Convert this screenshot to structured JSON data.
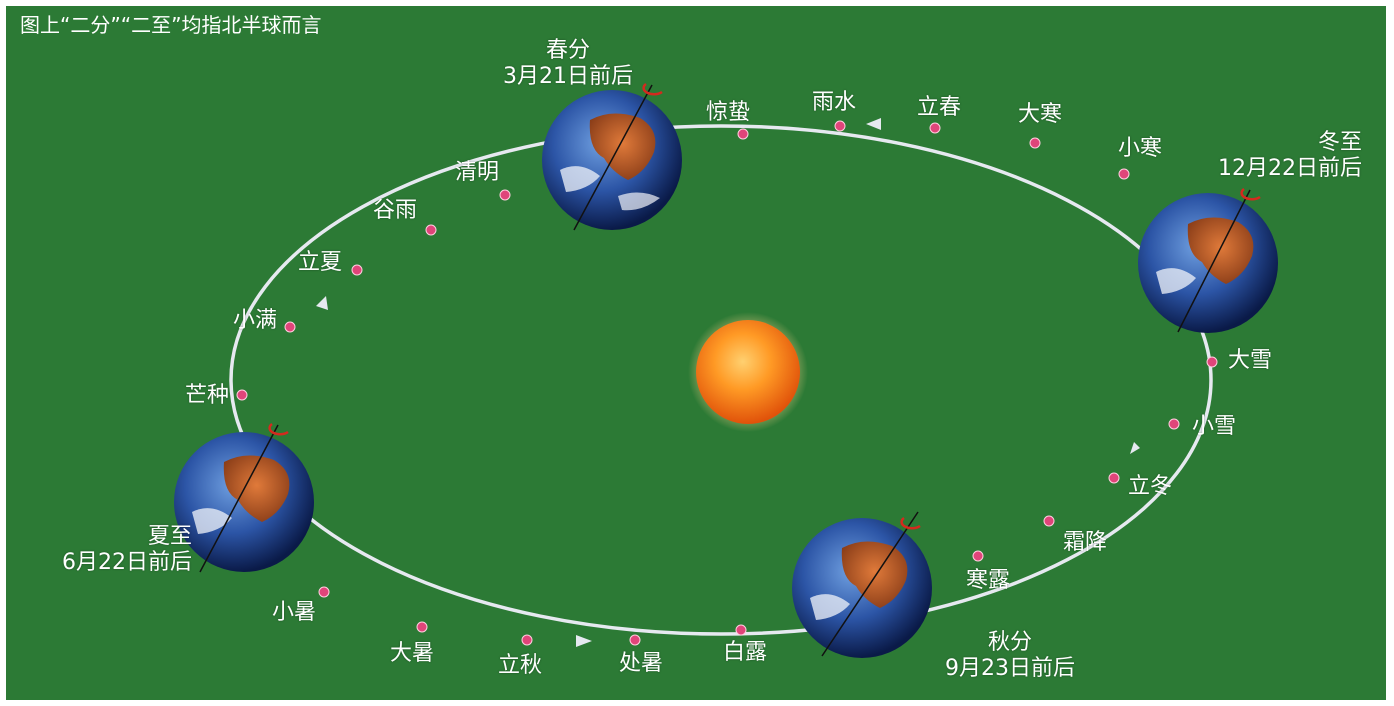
{
  "colors": {
    "background": "#2c7a35",
    "orbit": "#e6e9f0",
    "term_dot": "#e0457a",
    "sun": "#f06a10",
    "text": "#ffffff"
  },
  "caption": "图上“二分”“二至”均指北半球而言",
  "solar_terms": [
    {
      "name": "立春"
    },
    {
      "name": "雨水"
    },
    {
      "name": "惊蛰"
    },
    {
      "name": "清明"
    },
    {
      "name": "谷雨"
    },
    {
      "name": "立夏"
    },
    {
      "name": "小满"
    },
    {
      "name": "芒种"
    },
    {
      "name": "小暑"
    },
    {
      "name": "大暑"
    },
    {
      "name": "立秋"
    },
    {
      "name": "处暑"
    },
    {
      "name": "白露"
    },
    {
      "name": "寒露"
    },
    {
      "name": "霜降"
    },
    {
      "name": "立冬"
    },
    {
      "name": "小雪"
    },
    {
      "name": "大雪"
    },
    {
      "name": "小寒"
    },
    {
      "name": "大寒"
    }
  ],
  "key_points": {
    "spring": {
      "name": "春分",
      "date": "3月21日前后"
    },
    "summer": {
      "name": "夏至",
      "date": "6月22日前后"
    },
    "autumn": {
      "name": "秋分",
      "date": "9月23日前后"
    },
    "winter": {
      "name": "冬至",
      "date": "12月22日前后"
    }
  }
}
